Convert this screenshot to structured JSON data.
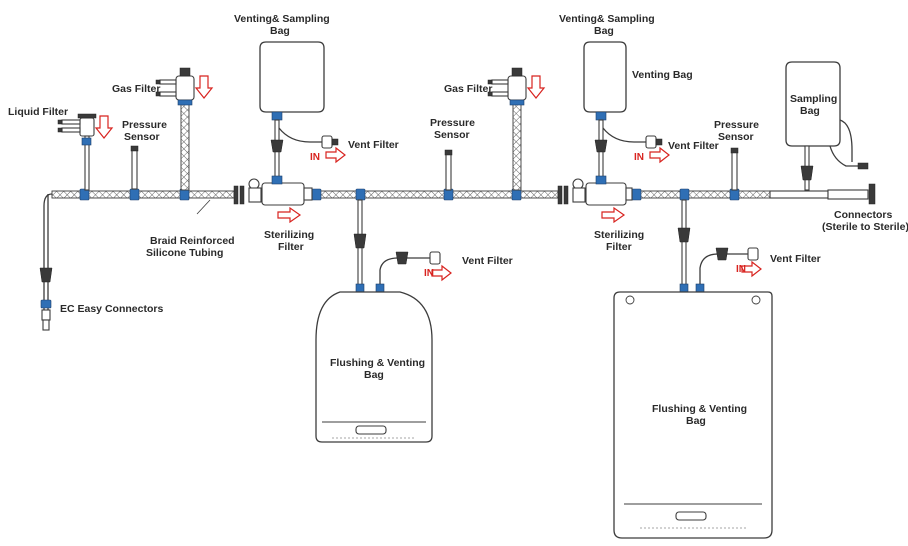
{
  "labels": {
    "liquid_filter": "Liquid Filter",
    "gas_filter_1": "Gas Filter",
    "gas_filter_2": "Gas Filter",
    "pressure_sensor_1": [
      "Pressure",
      "Sensor"
    ],
    "pressure_sensor_2": [
      "Pressure",
      "Sensor"
    ],
    "pressure_sensor_3": [
      "Pressure",
      "Sensor"
    ],
    "venting_sampling_bag_1": [
      "Venting& Sampling",
      "Bag"
    ],
    "venting_sampling_bag_2": [
      "Venting& Sampling",
      "Bag"
    ],
    "venting_bag": "Venting Bag",
    "sampling_bag": [
      "Sampling",
      "Bag"
    ],
    "vent_filter_1": "Vent Filter",
    "vent_filter_2": "Vent Filter",
    "vent_filter_3": "Vent Filter",
    "vent_filter_4": "Vent Filter",
    "sterilizing_filter_1": [
      "Sterilizing",
      "Filter"
    ],
    "sterilizing_filter_2": [
      "Sterilizing",
      "Filter"
    ],
    "braid_tubing": [
      "Braid Reinforced",
      "Silicone Tubing"
    ],
    "ec_connectors": "EC Easy Connectors",
    "connectors": [
      "Connectors",
      "(Sterile to Sterile)"
    ],
    "flushing_bag_1": [
      "Flushing & Venting",
      "Bag"
    ],
    "flushing_bag_2": [
      "Flushing & Venting",
      "Bag"
    ],
    "in_marker": "IN"
  },
  "colors": {
    "clamp_blue": "#2f6fb5",
    "arrow_red": "#d8231f",
    "line": "#3c3c3c"
  }
}
